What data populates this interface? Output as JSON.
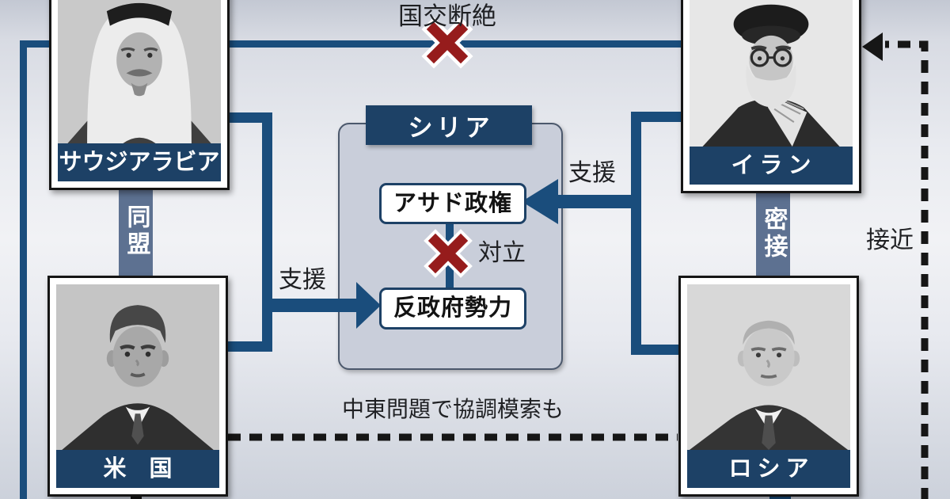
{
  "diagram": {
    "relations": {
      "diplomatic_break": "国交断絶",
      "alliance": "同盟",
      "close_ties": "密接",
      "rapprochement": "接近",
      "support_to_rebels": "支援",
      "support_to_assad": "支援",
      "conflict": "対立",
      "cooperation_note": "中東問題で協調模索も"
    },
    "countries": {
      "saudi_arabia": {
        "name": "サウジアラビア",
        "portrait": "king-salman-photo"
      },
      "iran": {
        "name": "イラン",
        "portrait": "khamenei-photo"
      },
      "usa": {
        "name": "米　国",
        "portrait": "obama-photo"
      },
      "russia": {
        "name": "ロシア",
        "portrait": "putin-photo"
      }
    },
    "syria": {
      "title": "シリア",
      "assad_regime": "アサド政権",
      "opposition_forces": "反政府勢力"
    },
    "colors": {
      "line_navy": "#1a4d7c",
      "plate_navy": "#1d4166",
      "bar_steel_blue": "#5d7191",
      "x_mark_red": "#961c1c",
      "syria_box_fill": "#c9ceda",
      "text_black": "#1f2023"
    }
  }
}
